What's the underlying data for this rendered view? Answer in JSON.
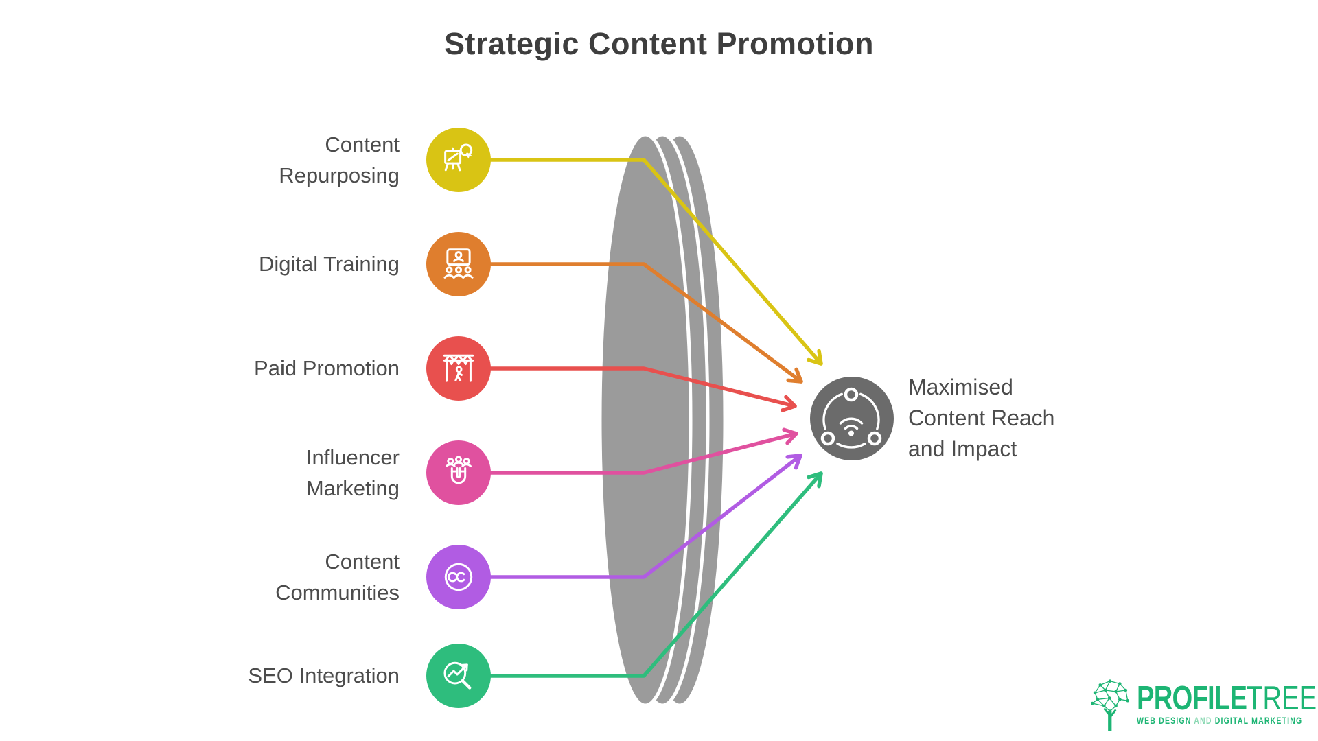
{
  "title": "Strategic Content Promotion",
  "items": [
    {
      "label": "Content\nRepurposing",
      "color": "#d9c414",
      "icon": "easel-art-icon"
    },
    {
      "label": "Digital Training",
      "color": "#df7e2e",
      "icon": "webinar-people-icon"
    },
    {
      "label": "Paid Promotion",
      "color": "#e8504e",
      "icon": "stage-promotion-icon"
    },
    {
      "label": "Influencer\nMarketing",
      "color": "#e0519f",
      "icon": "magnet-people-icon"
    },
    {
      "label": "Content\nCommunities",
      "color": "#b15ce3",
      "icon": "creative-commons-icon"
    },
    {
      "label": "SEO Integration",
      "color": "#2ebd7d",
      "icon": "seo-magnifier-icon"
    }
  ],
  "lens": {
    "color": "#9b9b9b"
  },
  "outcome": {
    "label": "Maximised\nContent Reach\nand Impact",
    "color": "#6b6b6b",
    "icon": "network-broadcast-icon"
  },
  "logo": {
    "brand_bold": "PROFILE",
    "brand_light": "TREE",
    "tagline_lead": "WEB DESIGN",
    "tagline_mid": " AND ",
    "tagline_tail": "DIGITAL MARKETING",
    "color": "#1db574",
    "muted_color": "#8ad8b2"
  }
}
